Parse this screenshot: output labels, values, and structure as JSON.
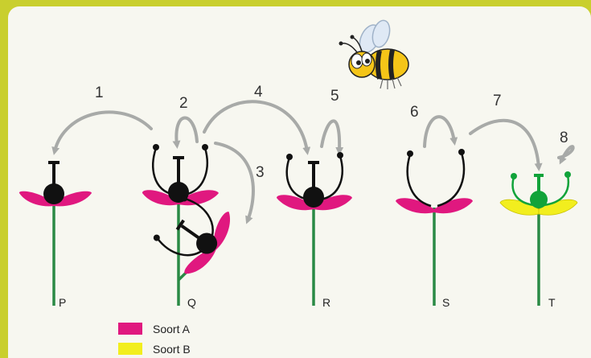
{
  "arrow_numbers": [
    "1",
    "2",
    "3",
    "4",
    "5",
    "6",
    "7",
    "8"
  ],
  "flower_labels": [
    "P",
    "Q",
    "R",
    "S",
    "T"
  ],
  "legend": [
    {
      "label": "Soort A",
      "color": "#e0187f"
    },
    {
      "label": "Soort B",
      "color": "#f2ee1e"
    }
  ],
  "colors": {
    "stem": "#2a8a45",
    "arrow": "#a8aaa8",
    "pistil": "#111111",
    "petal_a": "#e0187f",
    "petal_b": "#f2ee1e",
    "ovary_b": "#11a33a"
  },
  "icons": {
    "pollinator": "bee-icon"
  }
}
